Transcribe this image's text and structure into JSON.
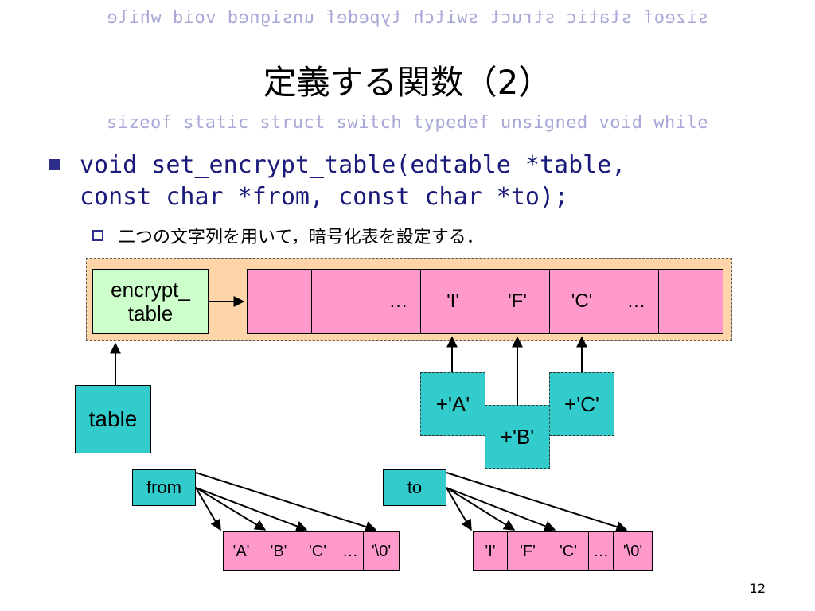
{
  "keywords_text": "sizeof static struct switch typedef unsigned void while",
  "title": "定義する関数（2）",
  "code_line1": "void set_encrypt_table(edtable *table,",
  "code_line2": "const char *from, const char *to);",
  "sub_bullet": "二つの文字列を用いて，暗号化表を設定する．",
  "encrypt_label_line1": "encrypt_",
  "encrypt_label_line2": "table",
  "table_cells": [
    "",
    "",
    "…",
    "'I'",
    "'F'",
    "'C'",
    "…",
    ""
  ],
  "table_box": "table",
  "offsets": [
    "+'A'",
    "+'B'",
    "+'C'"
  ],
  "from_label": "from",
  "to_label": "to",
  "from_cells": [
    "'A'",
    "'B'",
    "'C'",
    "…",
    "'\\0'"
  ],
  "to_cells": [
    "'I'",
    "'F'",
    "'C'",
    "…",
    "'\\0'"
  ],
  "page_number": "12",
  "colors": {
    "accent": "#2e2e8c",
    "frame": "#fdd5a8",
    "cell": "#ff99cc",
    "encrypt": "#ccffcc",
    "teal": "#33cccc"
  }
}
